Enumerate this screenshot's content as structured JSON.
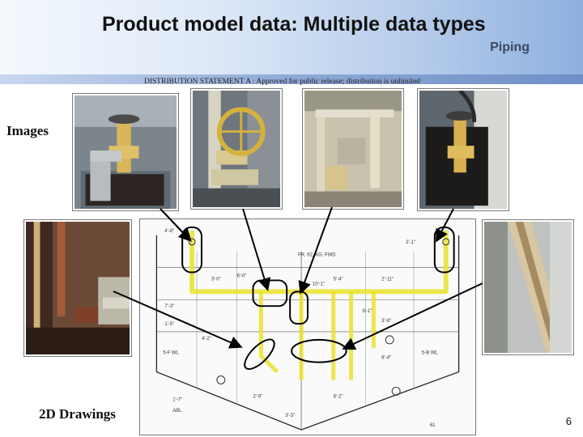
{
  "slide": {
    "title": "Product model data: Multiple data types",
    "subtitle": "Piping",
    "distribution": "DISTRIBUTION STATEMENT A : Approved for public release; distribution is unlimited",
    "page_number": "6"
  },
  "labels": {
    "images": "Images",
    "drawings": "2D Drawings"
  },
  "drawing": {
    "frame_note": "FR. 62, KG. FWD",
    "notes": [
      "4'-8\"",
      "2'-1\"",
      "3'-0\"",
      "6'-0\"",
      "10'-1\"",
      "5'-4\"",
      "2'-11\"",
      "7'-3\"",
      "1'-5\"",
      "9'-1\"",
      "3'-6\"",
      "4'-2\"",
      "8'-4\"",
      "5-F WL",
      "5-B WL",
      "ABL",
      "1'-7\"",
      "2'-9\"",
      "6'-2\"",
      "3'-3\""
    ],
    "sheet_mark": "61"
  },
  "colors": {
    "pipe_highlight": "#e7e22a",
    "arrow": "#000000",
    "title_band": "#b7cdeb"
  }
}
